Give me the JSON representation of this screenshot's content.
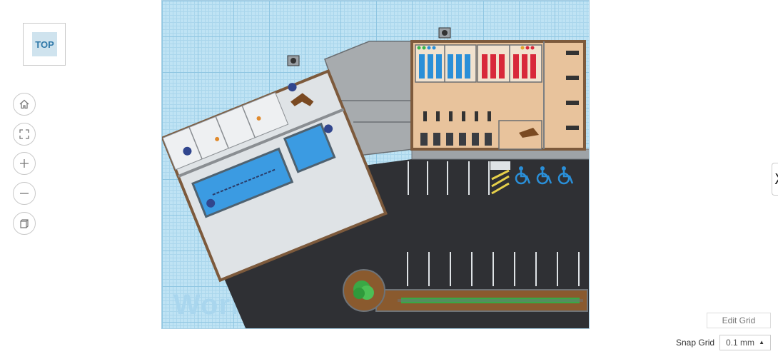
{
  "viewcube": {
    "face_label": "TOP"
  },
  "nav_buttons": [
    {
      "name": "home-view-button",
      "icon": "home-icon"
    },
    {
      "name": "fit-view-button",
      "icon": "fit-all-icon"
    },
    {
      "name": "zoom-in-button",
      "icon": "plus-icon"
    },
    {
      "name": "zoom-out-button",
      "icon": "minus-icon"
    },
    {
      "name": "orthographic-toggle-button",
      "icon": "perspective-cube-icon"
    }
  ],
  "workplane": {
    "watermark": "Workplane"
  },
  "side_panel_tab": {
    "glyph": "X"
  },
  "grid": {
    "edit_label": "Edit Grid",
    "snap_label": "Snap Grid",
    "snap_value": "0.1 mm"
  },
  "colors": {
    "grid_bg": "#bfe3f4",
    "asphalt": "#2f3034",
    "floor_light": "#dfe3e6",
    "floor_tan": "#e8c39c",
    "pool_blue": "#3b9be2",
    "accessible_blue": "#2a8fd8"
  }
}
